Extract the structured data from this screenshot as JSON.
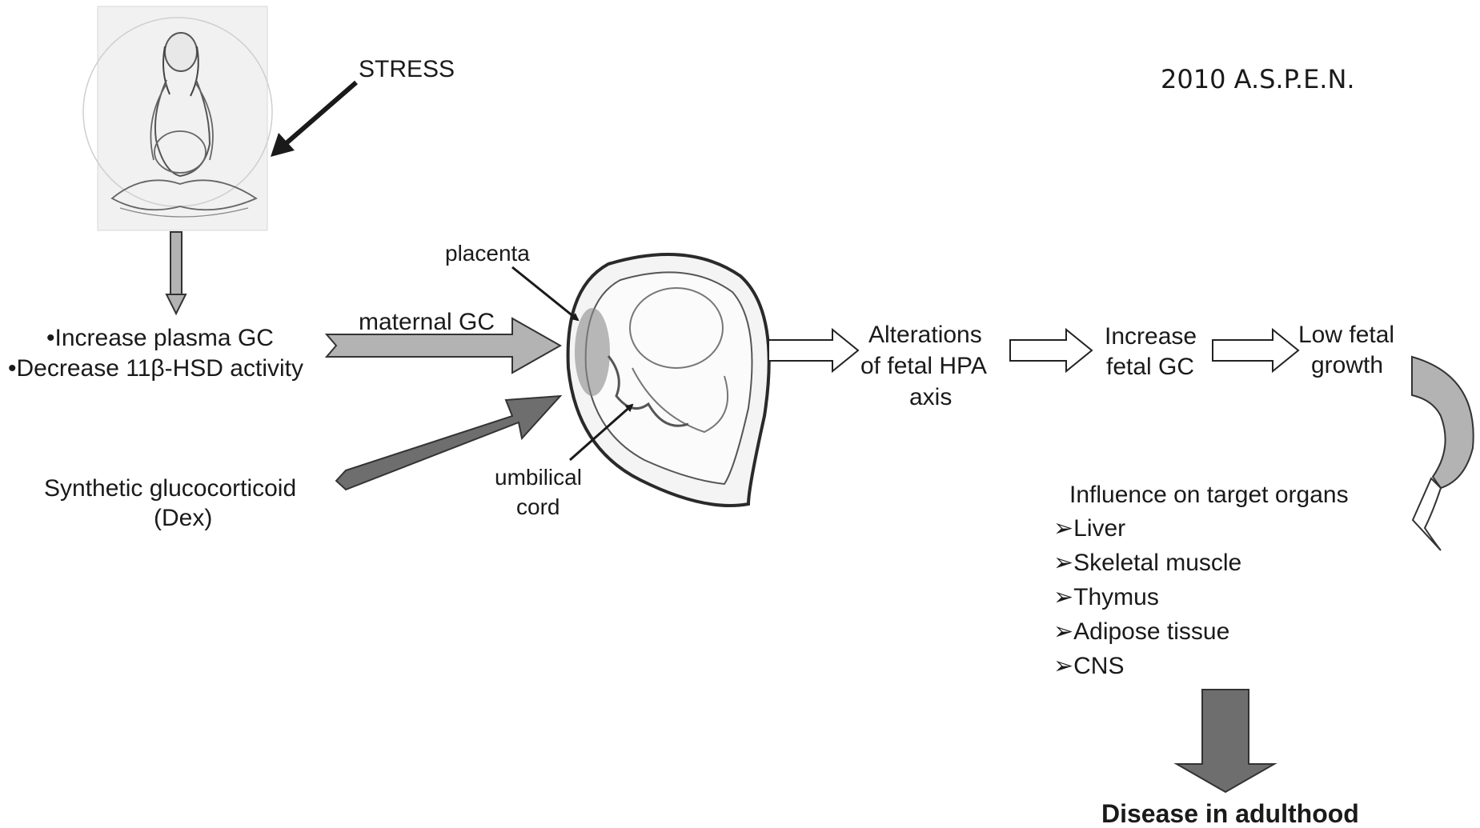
{
  "copyright": "2010 A.S.P.E.N.",
  "stress_label": "STRESS",
  "maternal_effects": [
    "•Increase plasma GC",
    "•Decrease 11β-HSD activity"
  ],
  "maternal_gc_label": "maternal GC",
  "synthetic": [
    "Synthetic glucocorticoid",
    "(Dex)"
  ],
  "placenta_label": "placenta",
  "umbilical": [
    "umbilical",
    "cord"
  ],
  "cascade": {
    "alterations": [
      "Alterations",
      "of fetal HPA",
      "axis"
    ],
    "increase": [
      "Increase",
      "fetal GC"
    ],
    "low_growth": [
      "Low fetal",
      "growth"
    ]
  },
  "target_organs": {
    "title": "Influence on target organs",
    "items": [
      "➢Liver",
      "➢Skeletal muscle",
      "➢Thymus",
      "➢Adipose tissue",
      "➢CNS"
    ]
  },
  "outcome": "Disease in adulthood",
  "colors": {
    "text": "#1a1a1a",
    "light_arrow": "#b3b3b3",
    "dark_arrow": "#6e6e6e",
    "outline": "#222222"
  }
}
